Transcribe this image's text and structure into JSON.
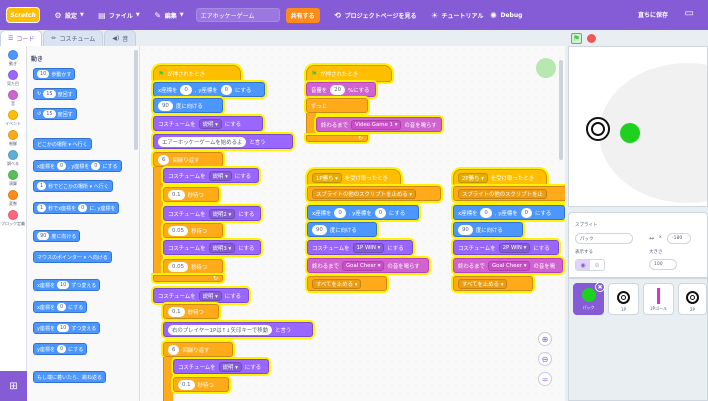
{
  "menu": {
    "logo": "Scratch",
    "settings": "設定",
    "file": "ファイル",
    "edit": "編集",
    "project_title": "エアホッケーゲーム",
    "share": "共有する",
    "project_page": "プロジェクトページを見る",
    "tutorial": "チュートリアル",
    "debug": "Debug",
    "save_now": "直ちに保存"
  },
  "tabs": {
    "code": "コード",
    "costume": "コスチューム",
    "sound": "音"
  },
  "categories": [
    {
      "label": "動き",
      "color": "#4c97ff"
    },
    {
      "label": "見た目",
      "color": "#9966ff"
    },
    {
      "label": "音",
      "color": "#cf63cf"
    },
    {
      "label": "イベント",
      "color": "#ffbf00"
    },
    {
      "label": "制御",
      "color": "#ffab19"
    },
    {
      "label": "調べる",
      "color": "#5cb1d6"
    },
    {
      "label": "演算",
      "color": "#59c059"
    },
    {
      "label": "変数",
      "color": "#ff8c1a"
    },
    {
      "label": "ブロック定義",
      "color": "#ff6680"
    }
  ],
  "palette": {
    "heading": "動き",
    "b1": {
      "pre": "",
      "num": "10",
      "post": "歩動かす"
    },
    "b2": {
      "num": "15",
      "post": "度回す"
    },
    "b3": {
      "num": "15",
      "post": "度回す"
    },
    "b4": {
      "text": "どこかの場所 ▾ へ行く"
    },
    "b5": {
      "pre": "x座標を",
      "num": "0",
      "mid": ", y座標を",
      "num2": "0",
      "post": "にする"
    },
    "b6": {
      "num": "1",
      "post": "秒でどこかの場所 ▾ へ行く"
    },
    "b7": {
      "num": "1",
      "post": "秒でx座標を",
      "num2": "0",
      "post2": "に, y座標を"
    },
    "b8": {
      "num": "90",
      "post": "度に向ける"
    },
    "b9": {
      "text": "マウスのポインター ▾ へ向ける"
    },
    "b10": {
      "pre": "x座標を",
      "num": "10",
      "post": "ずつ変える"
    },
    "b11": {
      "pre": "x座標を",
      "num": "0",
      "post": "にする"
    },
    "b12": {
      "pre": "y座標を",
      "num": "10",
      "post": "ずつ変える"
    },
    "b13": {
      "pre": "y座標を",
      "num": "0",
      "post": "にする"
    },
    "b14": {
      "text": "もし端に着いたら、跳ね返る"
    }
  },
  "scripts": {
    "s1": {
      "hat": "が押されたとき",
      "goto": {
        "pre": "x座標を",
        "x": "0",
        "mid": ", y座標を",
        "y": "0",
        "post": "にする"
      },
      "point": {
        "num": "90",
        "post": "度に向ける"
      },
      "costume1": {
        "pre": "コスチュームを",
        "dd": "説明 ▾",
        "post": "にする"
      },
      "say1": {
        "text": "エアーホッケーゲームを始めるよ",
        "post": "と言う"
      },
      "repeat1": {
        "num": "6",
        "post": "回繰り返す"
      },
      "costume2": {
        "pre": "コスチュームを",
        "dd": "説明 ▾",
        "post": "にする"
      },
      "wait1": {
        "num": "0.1",
        "post": "秒待つ"
      },
      "costume3": {
        "pre": "コスチュームを",
        "dd": "説明2 ▾",
        "post": "にする"
      },
      "wait2": {
        "num": "0.05",
        "post": "秒待つ"
      },
      "costume4": {
        "pre": "コスチュームを",
        "dd": "説明3 ▾",
        "post": "にする"
      },
      "wait3": {
        "num": "0.05",
        "post": "秒待つ"
      },
      "costume5": {
        "pre": "コスチュームを",
        "dd": "説明 ▾",
        "post": "にする"
      },
      "wait4": {
        "num": "0.1",
        "post": "秒待つ"
      },
      "say2": {
        "text": "右のプレイヤー1Pは↑↓矢印キーで移動",
        "post": "と言う"
      },
      "repeat2": {
        "num": "6",
        "post": "回繰り返す"
      },
      "costume6": {
        "pre": "コスチュームを",
        "dd": "説明 ▾",
        "post": "にする"
      },
      "wait5": {
        "num": "0.1",
        "post": "秒待つ"
      }
    },
    "s2": {
      "hat": "が押されたとき",
      "volume": {
        "pre": "音量を",
        "num": "20",
        "post": "%にする"
      },
      "forever": "ずっと",
      "play": {
        "pre": "終わるまで",
        "dd": "Video Game 1 ▾",
        "post": "の音を鳴らす"
      }
    },
    "s3": {
      "hat": {
        "dd": "1P勝ち ▾",
        "post": "を受け取ったとき"
      },
      "stop": {
        "dd": "スプライトの他のスクリプトを止める ▾"
      },
      "goto": {
        "pre": "x座標を",
        "x": "0",
        "mid": ", y座標を",
        "y": "0",
        "post": "にする"
      },
      "point": {
        "num": "90",
        "post": "度に向ける"
      },
      "costume": {
        "pre": "コスチュームを",
        "dd": "1P WIN ▾",
        "post": "にする"
      },
      "play": {
        "pre": "終わるまで",
        "dd": "Goal Cheer ▾",
        "post": "の音を鳴らす"
      },
      "stopall": {
        "dd": "すべてを止める ▾"
      }
    },
    "s4": {
      "hat": {
        "dd": "2P勝ち ▾",
        "post": "を受け取ったとき"
      },
      "stop": {
        "dd": "スプライトの他のスクリプトを止"
      },
      "goto": {
        "pre": "x座標を",
        "x": "0",
        "mid": ", y座標を",
        "y": "0",
        "post": "にする"
      },
      "point": {
        "num": "90",
        "post": "度に向ける"
      },
      "costume": {
        "pre": "コスチュームを",
        "dd": "2P WIN ▾",
        "post": "にする"
      },
      "play": {
        "pre": "終わるまで",
        "dd": "Goal Cheer ▾",
        "post": "の音を鳴"
      },
      "stopall": {
        "dd": "すべてを止める ▾"
      }
    }
  },
  "sprite_info": {
    "sprite_label": "スプライト",
    "sprite_name": "パック",
    "x_value": "-180",
    "show_label": "表示する",
    "size_label": "大きさ",
    "size_value": "100"
  },
  "sprites": [
    {
      "name": "パック",
      "selected": true
    },
    {
      "name": "1P",
      "selected": false
    },
    {
      "name": "1Pゴール",
      "selected": false
    },
    {
      "name": "2P",
      "selected": false
    }
  ],
  "colors": {
    "accent": "#855cd6",
    "motion": "#4c97ff",
    "looks": "#9966ff",
    "control": "#ffab19",
    "events": "#ffbf00",
    "sound": "#cf63cf"
  }
}
